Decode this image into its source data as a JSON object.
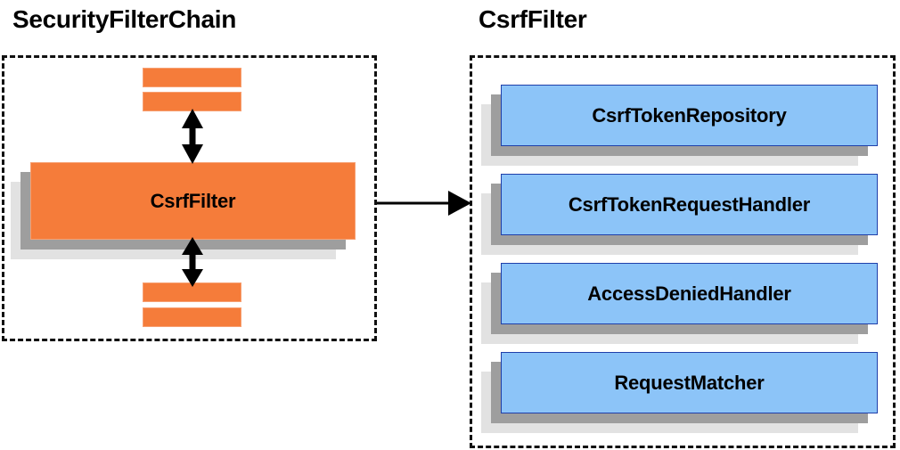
{
  "diagram": {
    "title_left": "SecurityFilterChain",
    "title_right": "CsrfFilter",
    "colors": {
      "filter_orange": "#f57c3a",
      "collaborator_blue": "#8cc4f8",
      "blue_border": "#1f3faa",
      "shadow_near": "#9e9e9e",
      "shadow_far": "#e2e2e2",
      "outline": "#111111",
      "arrow": "#000000"
    },
    "left_panel": {
      "name": "SecurityFilterChain",
      "focus_node": "CsrfFilter",
      "chain_bars_above": 2,
      "chain_bars_below": 2
    },
    "right_panel": {
      "name": "CsrfFilter",
      "collaborators": [
        {
          "label": "CsrfTokenRepository"
        },
        {
          "label": "CsrfTokenRequestHandler"
        },
        {
          "label": "AccessDeniedHandler"
        },
        {
          "label": "RequestMatcher"
        }
      ]
    },
    "connectors": [
      {
        "type": "double-headed-vertical",
        "from": "chain-bars-above",
        "to": "CsrfFilter"
      },
      {
        "type": "double-headed-vertical",
        "from": "CsrfFilter",
        "to": "chain-bars-below"
      },
      {
        "type": "single-headed-horizontal",
        "from": "SecurityFilterChain",
        "to": "CsrfFilter detail"
      }
    ]
  }
}
